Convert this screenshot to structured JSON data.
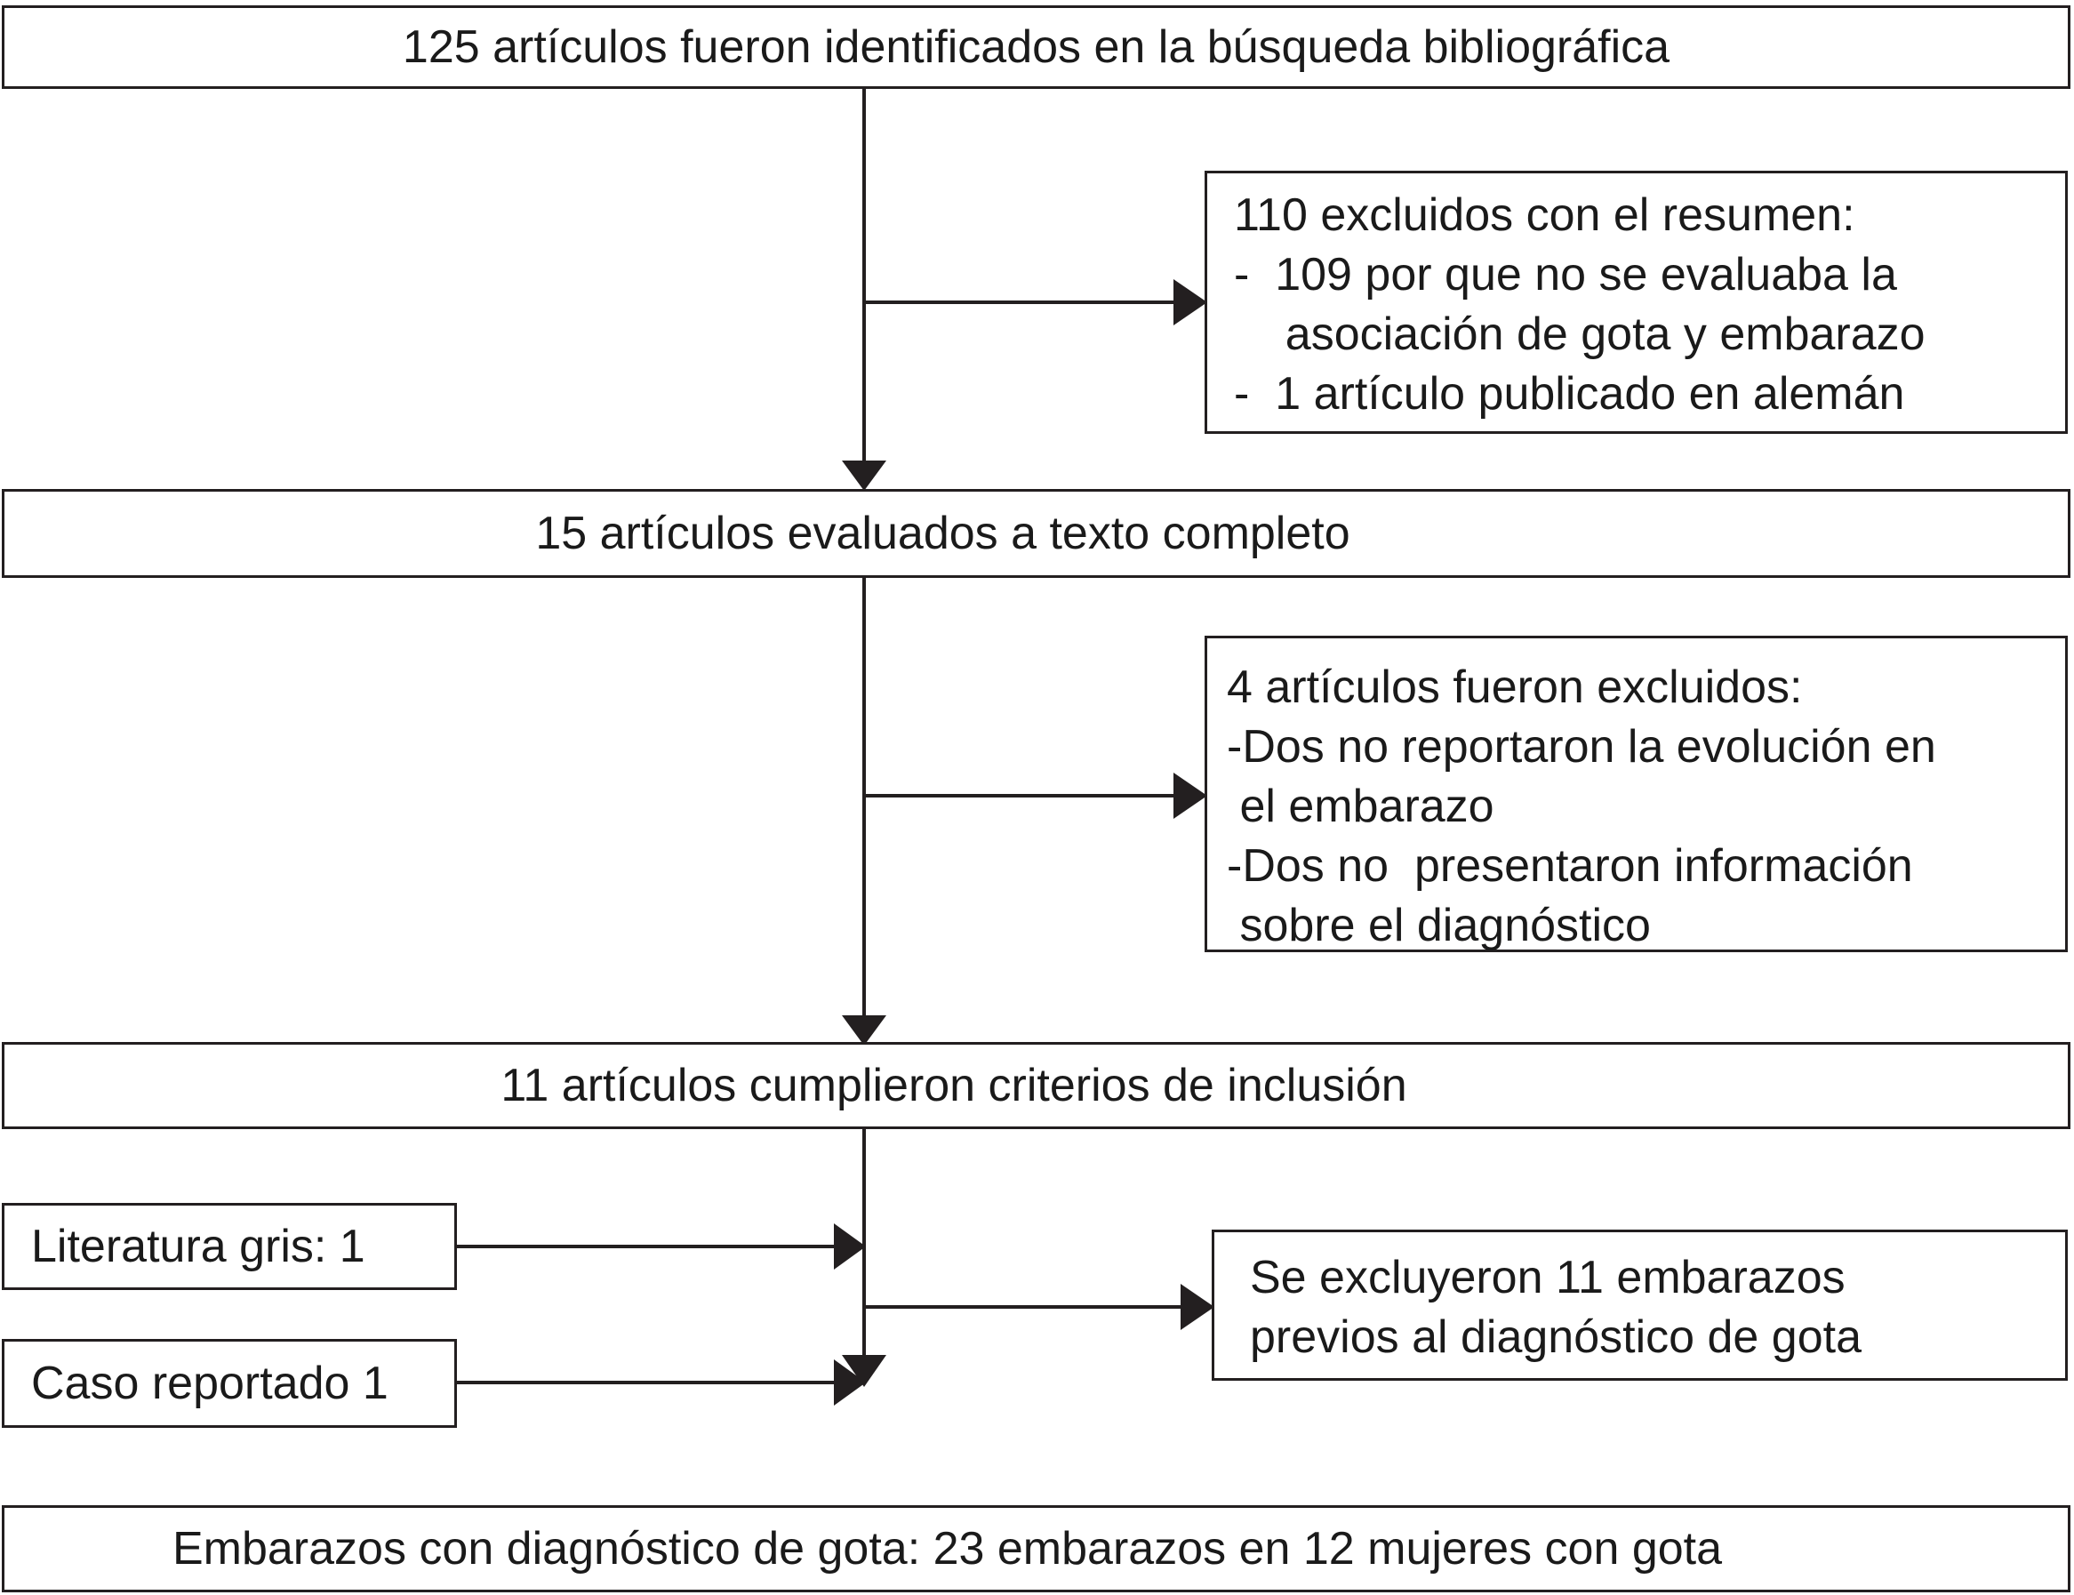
{
  "flow": {
    "identified": "125 artículos fueron identificados en la búsqueda bibliográfica",
    "excluded_abstract": {
      "lines": [
        "110 excluidos con el resumen:",
        "-  109 por que no se evaluaba la",
        "    asociación de gota y embarazo",
        "-  1 artículo publicado en alemán"
      ]
    },
    "full_text": "15 artículos evaluados a texto completo",
    "excluded_full_text": {
      "lines": [
        "4 artículos fueron excluidos:",
        "-Dos no reportaron la evolución en",
        " el embarazo",
        "-Dos no  presentaron información",
        " sobre el diagnóstico"
      ]
    },
    "included": "11 artículos cumplieron criterios de inclusión",
    "grey_literature": "Literatura gris: 1",
    "case_report": "Caso reportado 1",
    "excluded_pregnancies": {
      "lines": [
        "Se excluyeron 11 embarazos",
        "previos al diagnóstico de gota"
      ]
    },
    "final": "Embarazos con diagnóstico de gota: 23 embarazos en 12 mujeres con gota"
  },
  "colors": {
    "line": "#231f20",
    "text": "#1a1a1a",
    "background": "#ffffff"
  }
}
